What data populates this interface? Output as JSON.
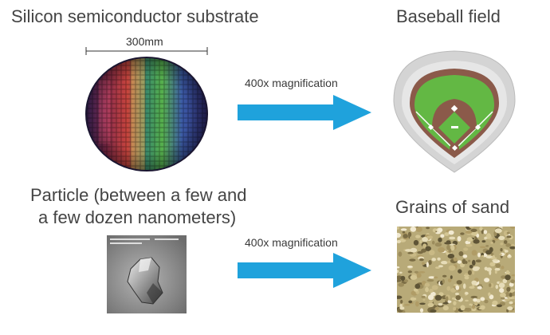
{
  "top": {
    "left_title": "Silicon semiconductor substrate",
    "right_title": "Baseball field",
    "dimension_label": "300mm",
    "arrow_label": "400x magnification"
  },
  "bottom": {
    "left_title_line1": "Particle (between a few and",
    "left_title_line2": "a few dozen nanometers)",
    "right_title": "Grains of sand",
    "arrow_label": "400x magnification"
  },
  "colors": {
    "arrow": "#1fa2dc",
    "field_grass": "#63b844",
    "field_dirt": "#8b5a4a",
    "stands": "#cccccc"
  },
  "icons": {
    "wafer": "silicon-wafer-image",
    "field": "baseball-field-diagram",
    "particle": "sem-particle-image",
    "sand": "sand-grains-image"
  }
}
